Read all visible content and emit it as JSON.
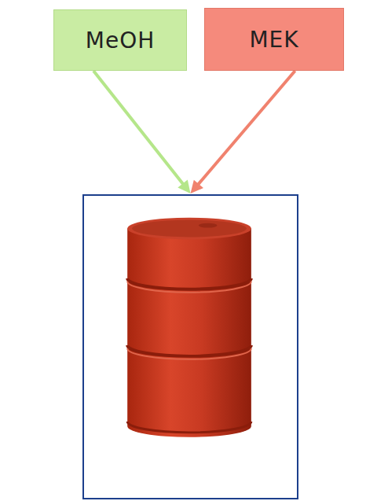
{
  "diagram": {
    "nodes": [
      {
        "text": [
          "MeOH"
        ]
      },
      {
        "text": [
          "MEK"
        ]
      },
      {
        "text": []
      }
    ],
    "edges": [
      {
        "from": 0,
        "to": 2,
        "arrow": "to"
      },
      {
        "from": 1,
        "to": 2,
        "arrow": "to"
      }
    ]
  }
}
